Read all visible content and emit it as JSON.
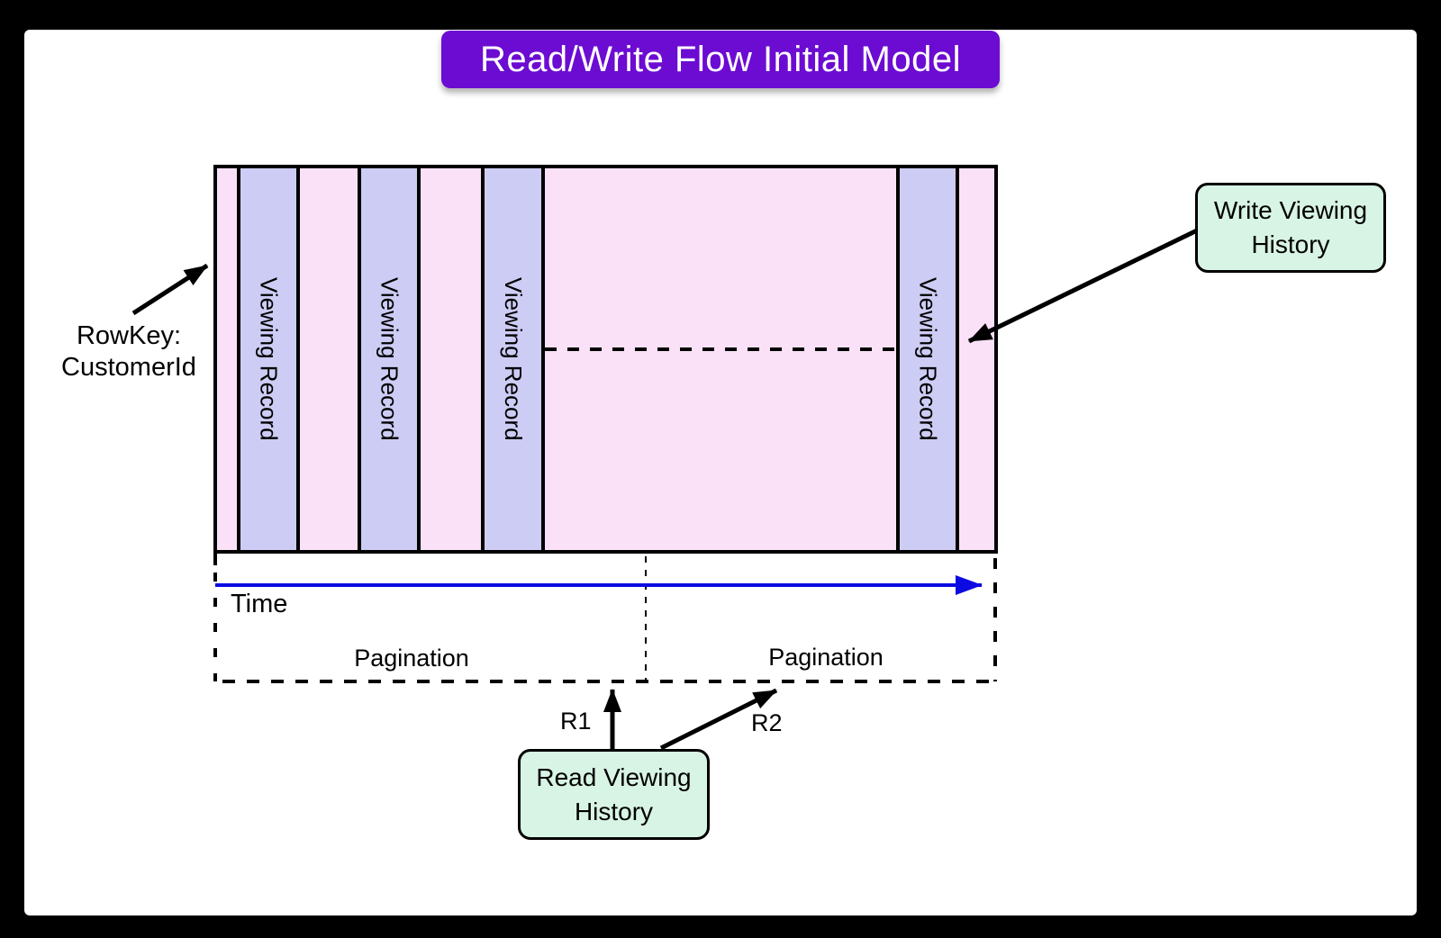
{
  "title": "Read/Write Flow Initial Model",
  "viewing_records": [
    "Viewing Record",
    "Viewing Record",
    "Viewing Record",
    "Viewing Record"
  ],
  "labels": {
    "rowkey_line1": "RowKey:",
    "rowkey_line2": "CustomerId",
    "time": "Time",
    "pagination_left": "Pagination",
    "pagination_right": "Pagination",
    "r1": "R1",
    "r2": "R2"
  },
  "boxes": {
    "write": "Write Viewing History",
    "read": "Read Viewing History"
  },
  "colors": {
    "purple": "#6C0BD2",
    "pink": "#FBE1F7",
    "lavender": "#CDCCF4",
    "mint": "#D8F4E4",
    "blue": "#0B0BE1",
    "line": "#000000"
  }
}
